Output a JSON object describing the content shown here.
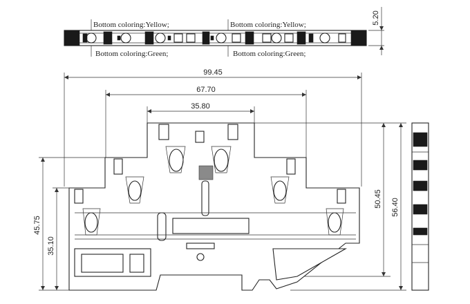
{
  "notes": {
    "top_left": "Bottom coloring:Yellow;",
    "top_right": "Bottom coloring:Yellow;",
    "bottom_left": "Bottom coloring:Green;",
    "bottom_right": "Bottom coloring:Green;"
  },
  "dimensions": {
    "height_top_strip": "5.20",
    "total_width": "99.45",
    "middle_width": "67.70",
    "top_width": "35.80",
    "height_45_75": "45.75",
    "height_35_10": "35.10",
    "height_50_45": "50.45",
    "height_56_40": "56.40"
  }
}
